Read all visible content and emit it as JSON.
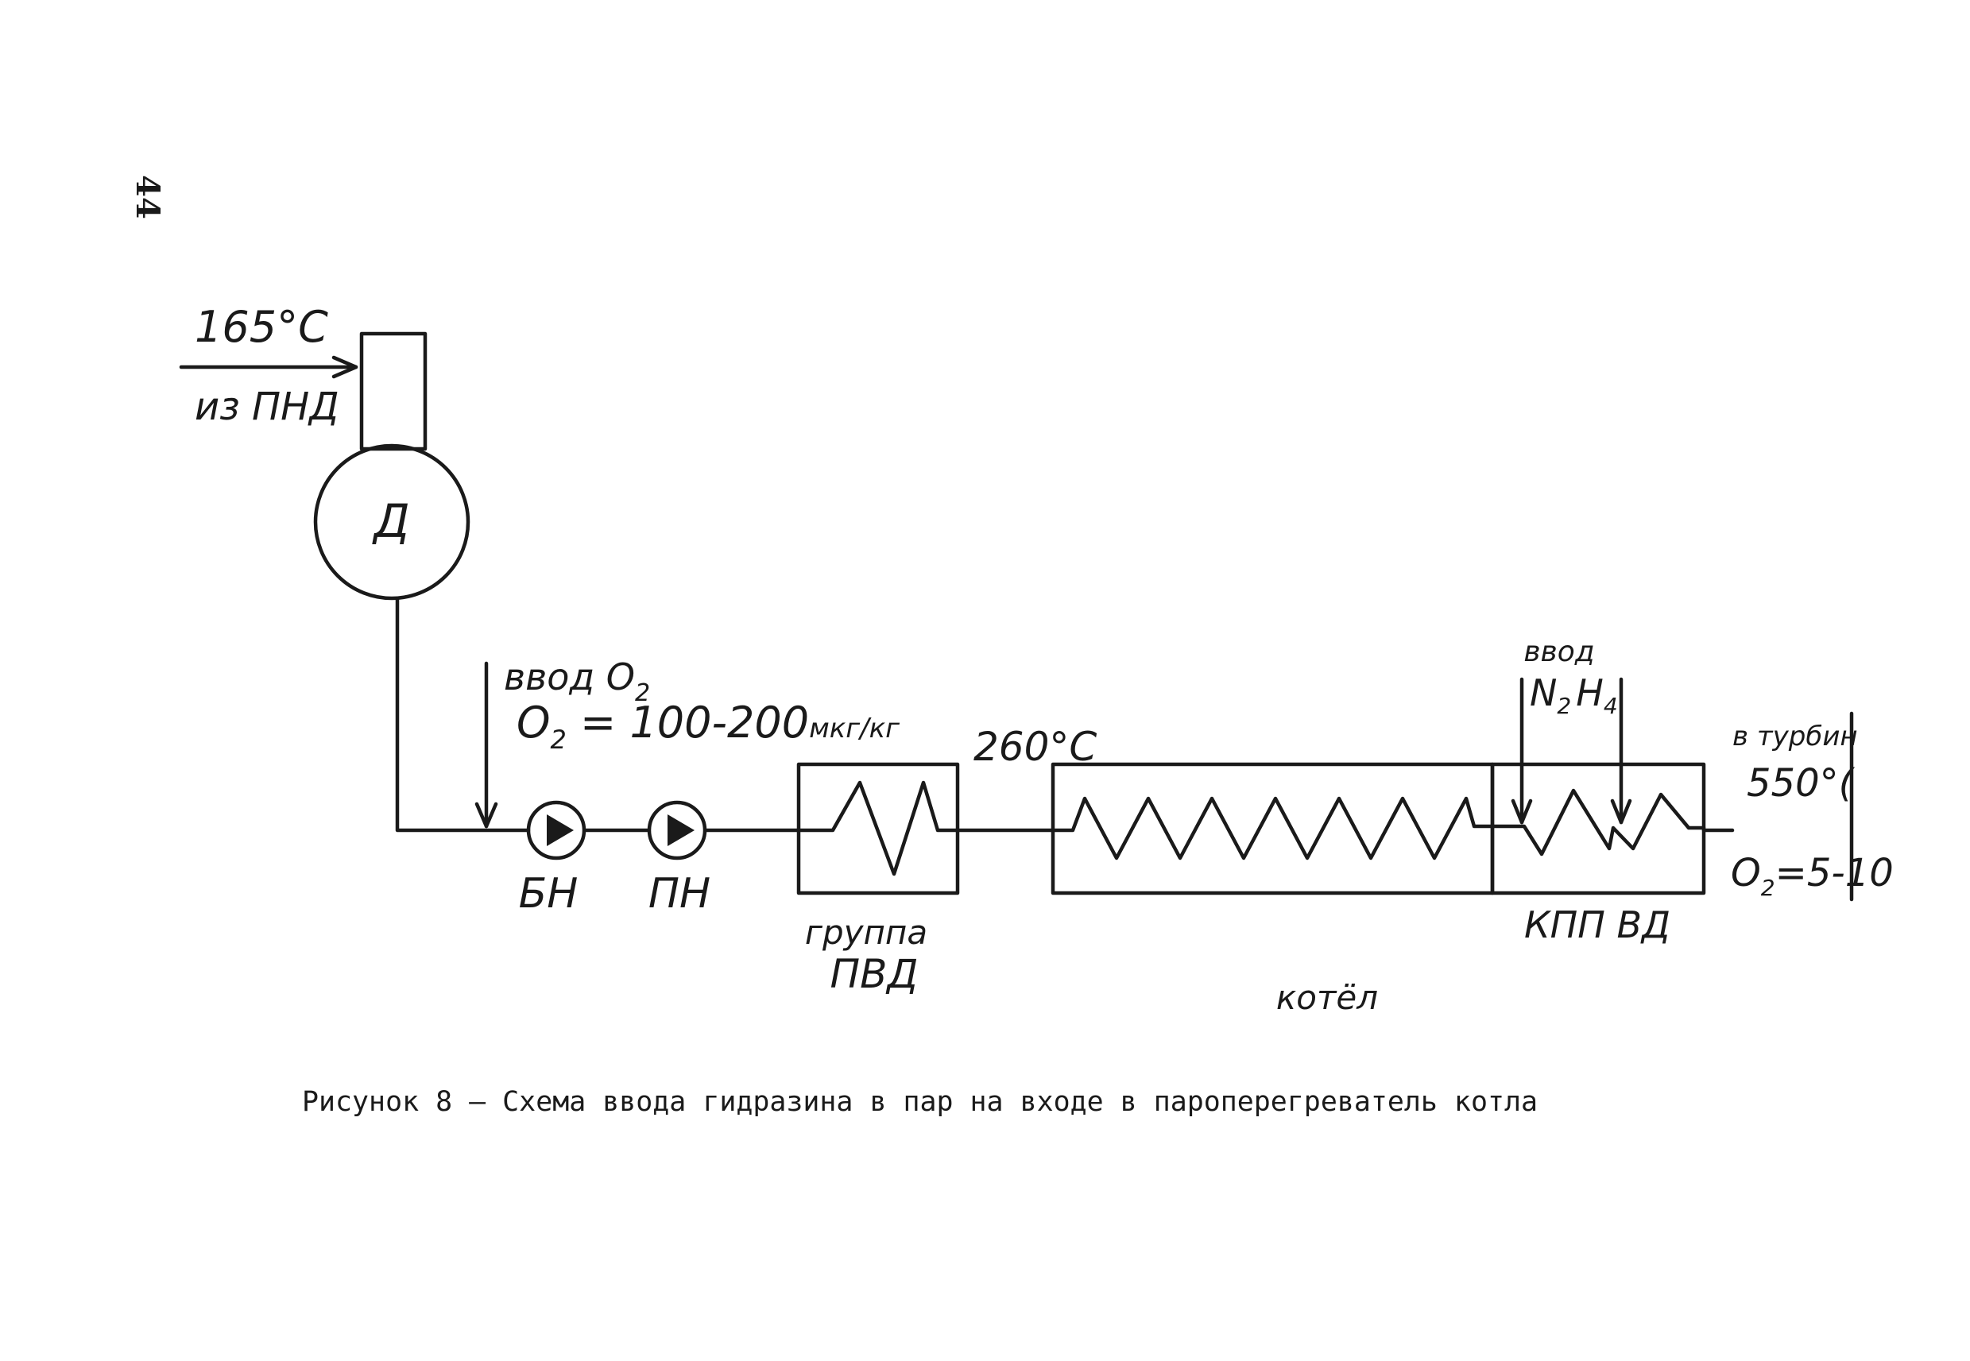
{
  "page_number": "44",
  "labels": {
    "inlet_temperature": "165°C",
    "inlet_source": "из ПНД",
    "deaerator": "Д",
    "oxygen_injection": "ввод O",
    "oxygen_injection_sub": "2",
    "oxygen_level_prefix": "O",
    "oxygen_level_sub": "2",
    "oxygen_level_value": " = 100-200",
    "oxygen_level_unit": "мкг/кг",
    "booster_pump": "БН",
    "feed_pump": "ПН",
    "hph_group_line1": "группа",
    "hph_group_line2": "ПВД",
    "mid_temperature": "260°C",
    "boiler": "котёл",
    "hydrazine_injection": "ввод",
    "hydrazine_formula_n": "N",
    "hydrazine_formula_n_sub": "2",
    "hydrazine_formula_h": "H",
    "hydrazine_formula_h_sub": "4",
    "superheater": "КПП ВД",
    "to_turbine": "в турбин",
    "outlet_temperature": "550°(",
    "outlet_o2_prefix": "O",
    "outlet_o2_sub": "2",
    "outlet_o2_value": "=5-10"
  },
  "caption": "Рисунок 8 – Схема ввода гидразина в пар на входе в пароперегреватель котла",
  "colors": {
    "ink": "#1a1a1a",
    "paper": "#ffffff"
  }
}
